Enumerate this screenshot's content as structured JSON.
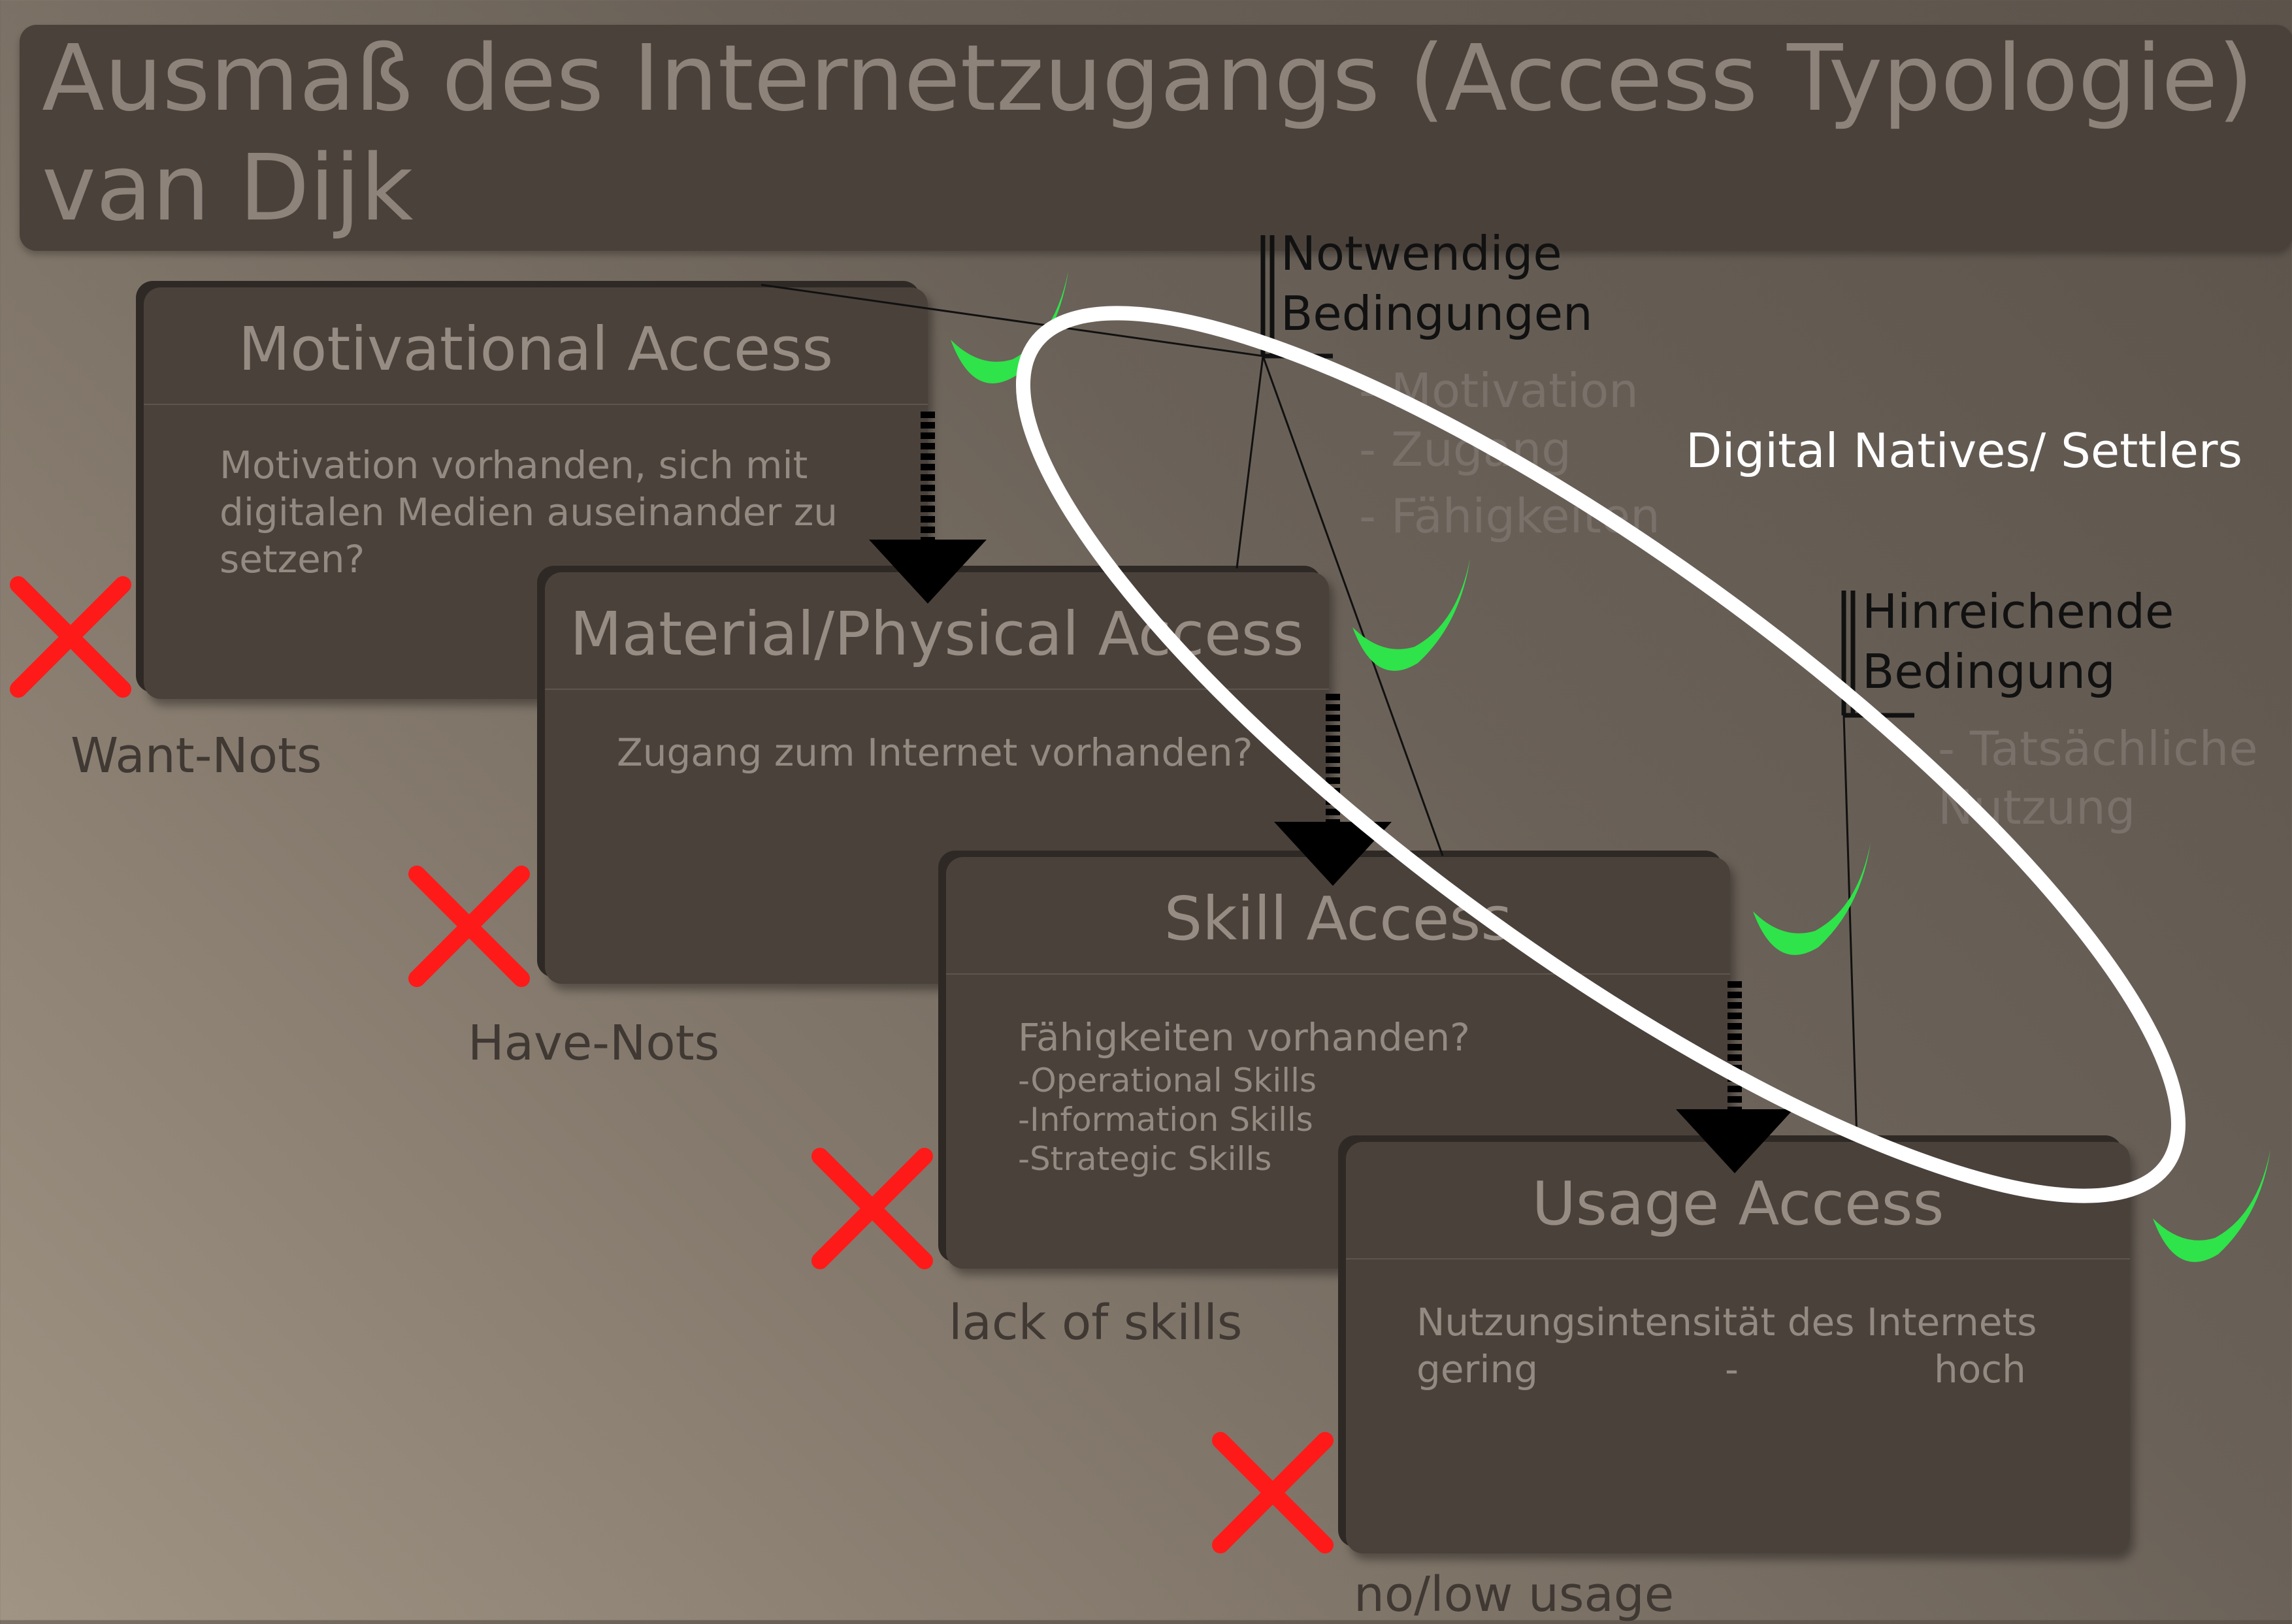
{
  "title": {
    "line1": "Ausmaß des Internetzugangs (Access Typologie)",
    "line2": "van Dijk"
  },
  "cards": [
    {
      "title": "Motivational Access",
      "body": [
        "Motivation vorhanden, sich mit",
        "digitalen Medien auseinander zu",
        "setzen?"
      ],
      "below_label": "Want-Nots"
    },
    {
      "title": "Material/Physical Access",
      "body": [
        "Zugang zum Internet vorhanden?"
      ],
      "below_label": "Have-Nots"
    },
    {
      "title": "Skill Access",
      "body": [
        "Fähigkeiten vorhanden?"
      ],
      "sub_items": [
        "-Operational Skills",
        "-Information Skills",
        "-Strategic Skills"
      ],
      "below_label": "lack of skills"
    },
    {
      "title": "Usage Access",
      "body": [
        "Nutzungsintensität des Internets"
      ],
      "scale": {
        "low": "gering",
        "sep": "-",
        "high": "hoch"
      },
      "below_label": "no/low usage"
    }
  ],
  "necessary": {
    "heading_line1": "Notwendige",
    "heading_line2": "Bedingungen",
    "items": [
      "- Motivation",
      "- Zugang",
      "- Fähigkeiten"
    ]
  },
  "sufficient": {
    "heading_line1": "Hinreichende",
    "heading_line2": "Bedingung",
    "item_line1": "- Tatsächliche",
    "item_line2": "Nutzung"
  },
  "ellipse_label": "Digital Natives/ Settlers",
  "colors": {
    "background": "#857a6d",
    "card": "#4a413b",
    "check": "#2fe34a",
    "cross": "#ff1a1a",
    "ellipse": "#ffffff",
    "arrow": "#000000"
  },
  "icons": {
    "pass": "check-mark-icon",
    "fail": "red-x-icon",
    "flow": "down-arrow-icon"
  }
}
